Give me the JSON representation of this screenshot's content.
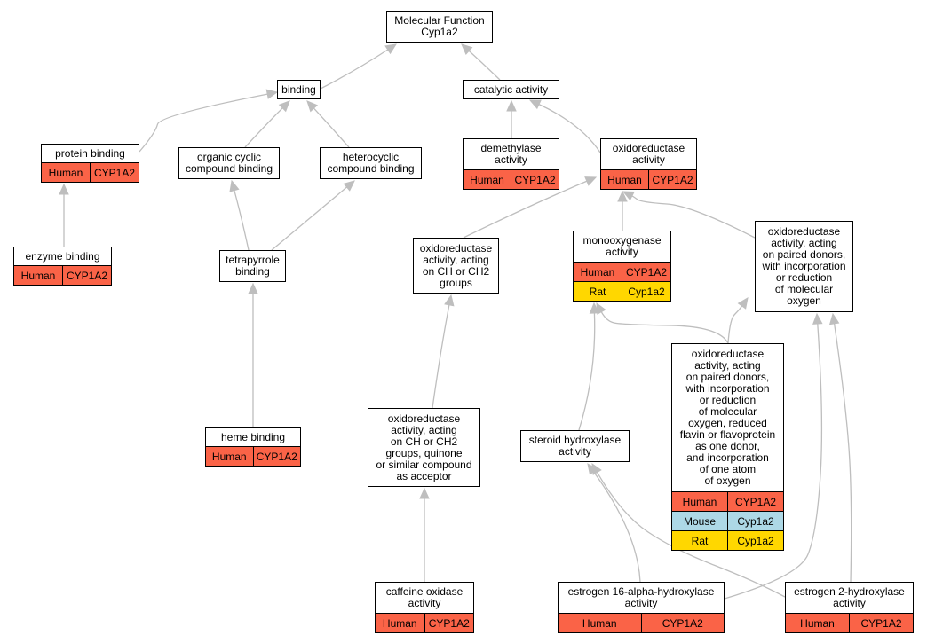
{
  "colors": {
    "Human": "#fa6347",
    "Mouse": "#add8e6",
    "Rat": "#ffd700",
    "edge": "#bebebe"
  },
  "nodes": {
    "mf": {
      "label": "Molecular Function\nCyp1a2",
      "rows": []
    },
    "binding": {
      "label": "binding",
      "rows": []
    },
    "catalytic": {
      "label": "catalytic activity",
      "rows": []
    },
    "protein_binding": {
      "label": "protein binding",
      "rows": [
        {
          "species": "Human",
          "gene": "CYP1A2"
        }
      ]
    },
    "organic_cyclic": {
      "label": "organic cyclic\ncompound binding",
      "rows": []
    },
    "heterocyclic": {
      "label": "heterocyclic\ncompound binding",
      "rows": []
    },
    "demethylase": {
      "label": "demethylase\nactivity",
      "rows": [
        {
          "species": "Human",
          "gene": "CYP1A2"
        }
      ]
    },
    "oxidoreductase": {
      "label": "oxidoreductase\nactivity",
      "rows": [
        {
          "species": "Human",
          "gene": "CYP1A2"
        }
      ]
    },
    "enzyme_binding": {
      "label": "enzyme binding",
      "rows": [
        {
          "species": "Human",
          "gene": "CYP1A2"
        }
      ]
    },
    "tetrapyrrole": {
      "label": "tetrapyrrole\nbinding",
      "rows": []
    },
    "ox_ch": {
      "label": "oxidoreductase\nactivity, acting\non CH or CH2\ngroups",
      "rows": []
    },
    "monooxygenase": {
      "label": "monooxygenase\nactivity",
      "rows": [
        {
          "species": "Human",
          "gene": "CYP1A2"
        },
        {
          "species": "Rat",
          "gene": "Cyp1a2"
        }
      ]
    },
    "ox_paired": {
      "label": "oxidoreductase\nactivity, acting\non paired donors,\nwith incorporation\nor reduction\nof molecular\noxygen",
      "rows": []
    },
    "ox_paired_flavin": {
      "label": "oxidoreductase\nactivity, acting\non paired donors,\nwith incorporation\nor reduction\nof molecular\noxygen, reduced\nflavin or flavoprotein\nas one donor,\nand incorporation\nof one atom\nof oxygen",
      "rows": [
        {
          "species": "Human",
          "gene": "CYP1A2"
        },
        {
          "species": "Mouse",
          "gene": "Cyp1a2"
        },
        {
          "species": "Rat",
          "gene": "Cyp1a2"
        }
      ]
    },
    "heme_binding": {
      "label": "heme binding",
      "rows": [
        {
          "species": "Human",
          "gene": "CYP1A2"
        }
      ]
    },
    "ox_ch_quinone": {
      "label": "oxidoreductase\nactivity, acting\non CH or CH2\ngroups, quinone\nor similar compound\nas acceptor",
      "rows": []
    },
    "steroid_hydroxylase": {
      "label": "steroid hydroxylase\nactivity",
      "rows": []
    },
    "caffeine_oxidase": {
      "label": "caffeine oxidase\nactivity",
      "rows": [
        {
          "species": "Human",
          "gene": "CYP1A2"
        }
      ]
    },
    "estrogen16": {
      "label": "estrogen 16-alpha-hydroxylase\nactivity",
      "rows": [
        {
          "species": "Human",
          "gene": "CYP1A2"
        }
      ]
    },
    "estrogen2": {
      "label": "estrogen 2-hydroxylase\nactivity",
      "rows": [
        {
          "species": "Human",
          "gene": "CYP1A2"
        }
      ]
    }
  },
  "edges": [
    [
      "binding",
      "mf"
    ],
    [
      "catalytic",
      "mf"
    ],
    [
      "protein_binding",
      "binding"
    ],
    [
      "organic_cyclic",
      "binding"
    ],
    [
      "heterocyclic",
      "binding"
    ],
    [
      "demethylase",
      "catalytic"
    ],
    [
      "oxidoreductase",
      "catalytic"
    ],
    [
      "enzyme_binding",
      "protein_binding"
    ],
    [
      "tetrapyrrole",
      "organic_cyclic"
    ],
    [
      "tetrapyrrole",
      "heterocyclic"
    ],
    [
      "ox_ch",
      "oxidoreductase"
    ],
    [
      "monooxygenase",
      "oxidoreductase"
    ],
    [
      "ox_paired",
      "oxidoreductase"
    ],
    [
      "ox_paired_flavin",
      "monooxygenase"
    ],
    [
      "ox_paired_flavin",
      "ox_paired"
    ],
    [
      "heme_binding",
      "tetrapyrrole"
    ],
    [
      "ox_ch_quinone",
      "ox_ch"
    ],
    [
      "steroid_hydroxylase",
      "monooxygenase"
    ],
    [
      "caffeine_oxidase",
      "ox_ch_quinone"
    ],
    [
      "estrogen16",
      "steroid_hydroxylase"
    ],
    [
      "estrogen16",
      "ox_paired"
    ],
    [
      "estrogen2",
      "steroid_hydroxylase"
    ],
    [
      "estrogen2",
      "ox_paired"
    ]
  ]
}
